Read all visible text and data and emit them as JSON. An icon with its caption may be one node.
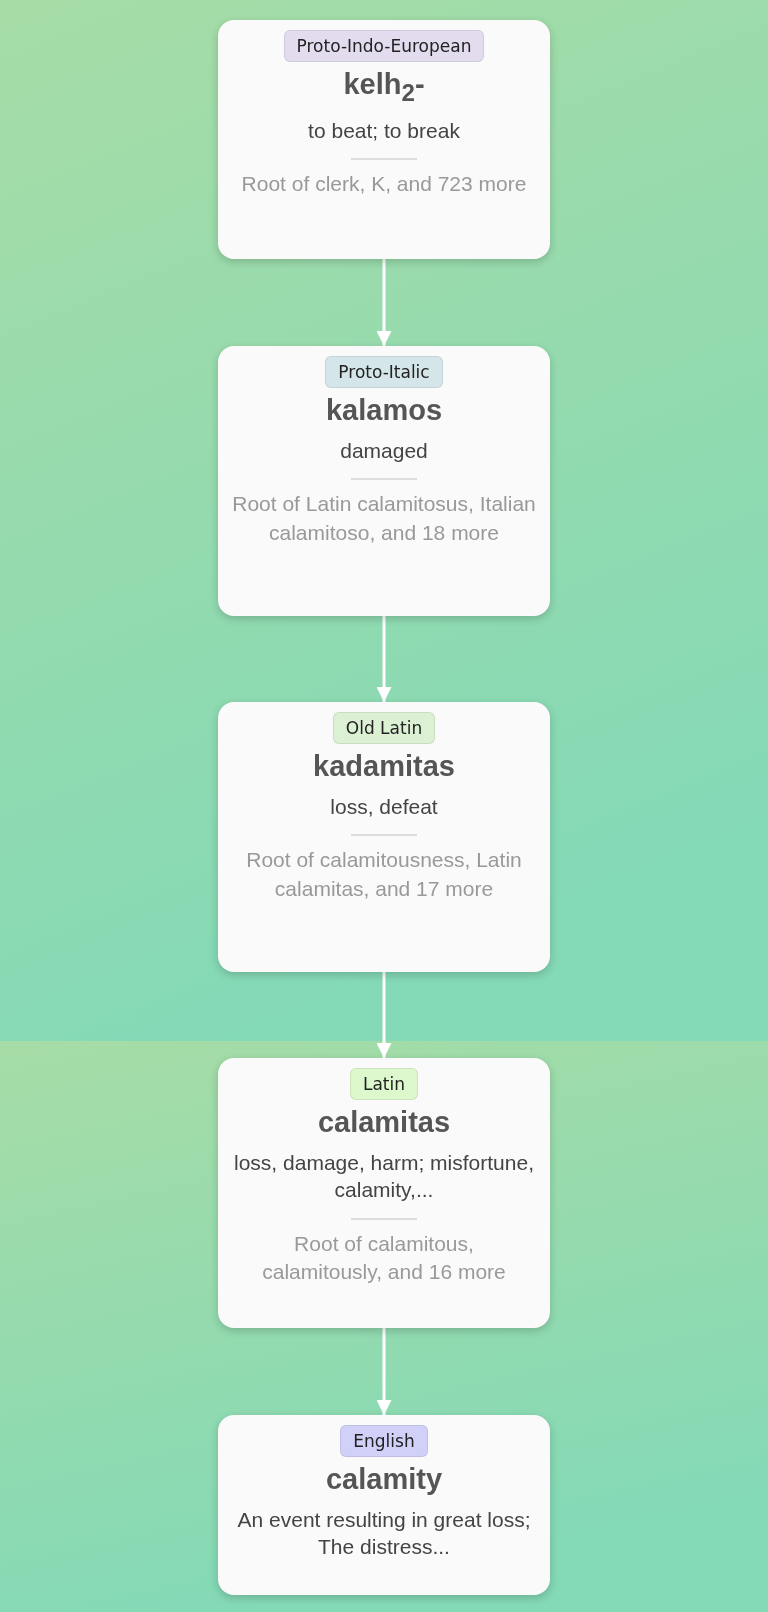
{
  "diagram": {
    "nodes": [
      {
        "text": [
          "Proto-Indo-European",
          "kelh$_{2}$-",
          "to beat; to break",
          "Root of clerk, K, and 723 more"
        ]
      },
      {
        "text": [
          "Proto-Italic",
          "kalamos",
          "damaged",
          "Root of Latin calamitosus, Italian calamitoso, and 18 more"
        ]
      },
      {
        "text": [
          "Old Latin",
          "kadamitas",
          "loss, defeat",
          "Root of calamitousness, Latin calamitas, and 17 more"
        ]
      },
      {
        "text": [
          "Latin",
          "calamitas",
          "loss, damage, harm; misfortune, calamity,...",
          "Root of calamitous, calamitously, and 16 more"
        ]
      },
      {
        "text": [
          "English",
          "calamity",
          "An event resulting in great loss; The distress..."
        ]
      }
    ],
    "edges": [
      {
        "from": 0,
        "to": 1,
        "arrow": "to"
      },
      {
        "from": 1,
        "to": 2,
        "arrow": "to"
      },
      {
        "from": 2,
        "to": 3,
        "arrow": "to"
      },
      {
        "from": 3,
        "to": 4,
        "arrow": "to"
      }
    ]
  }
}
